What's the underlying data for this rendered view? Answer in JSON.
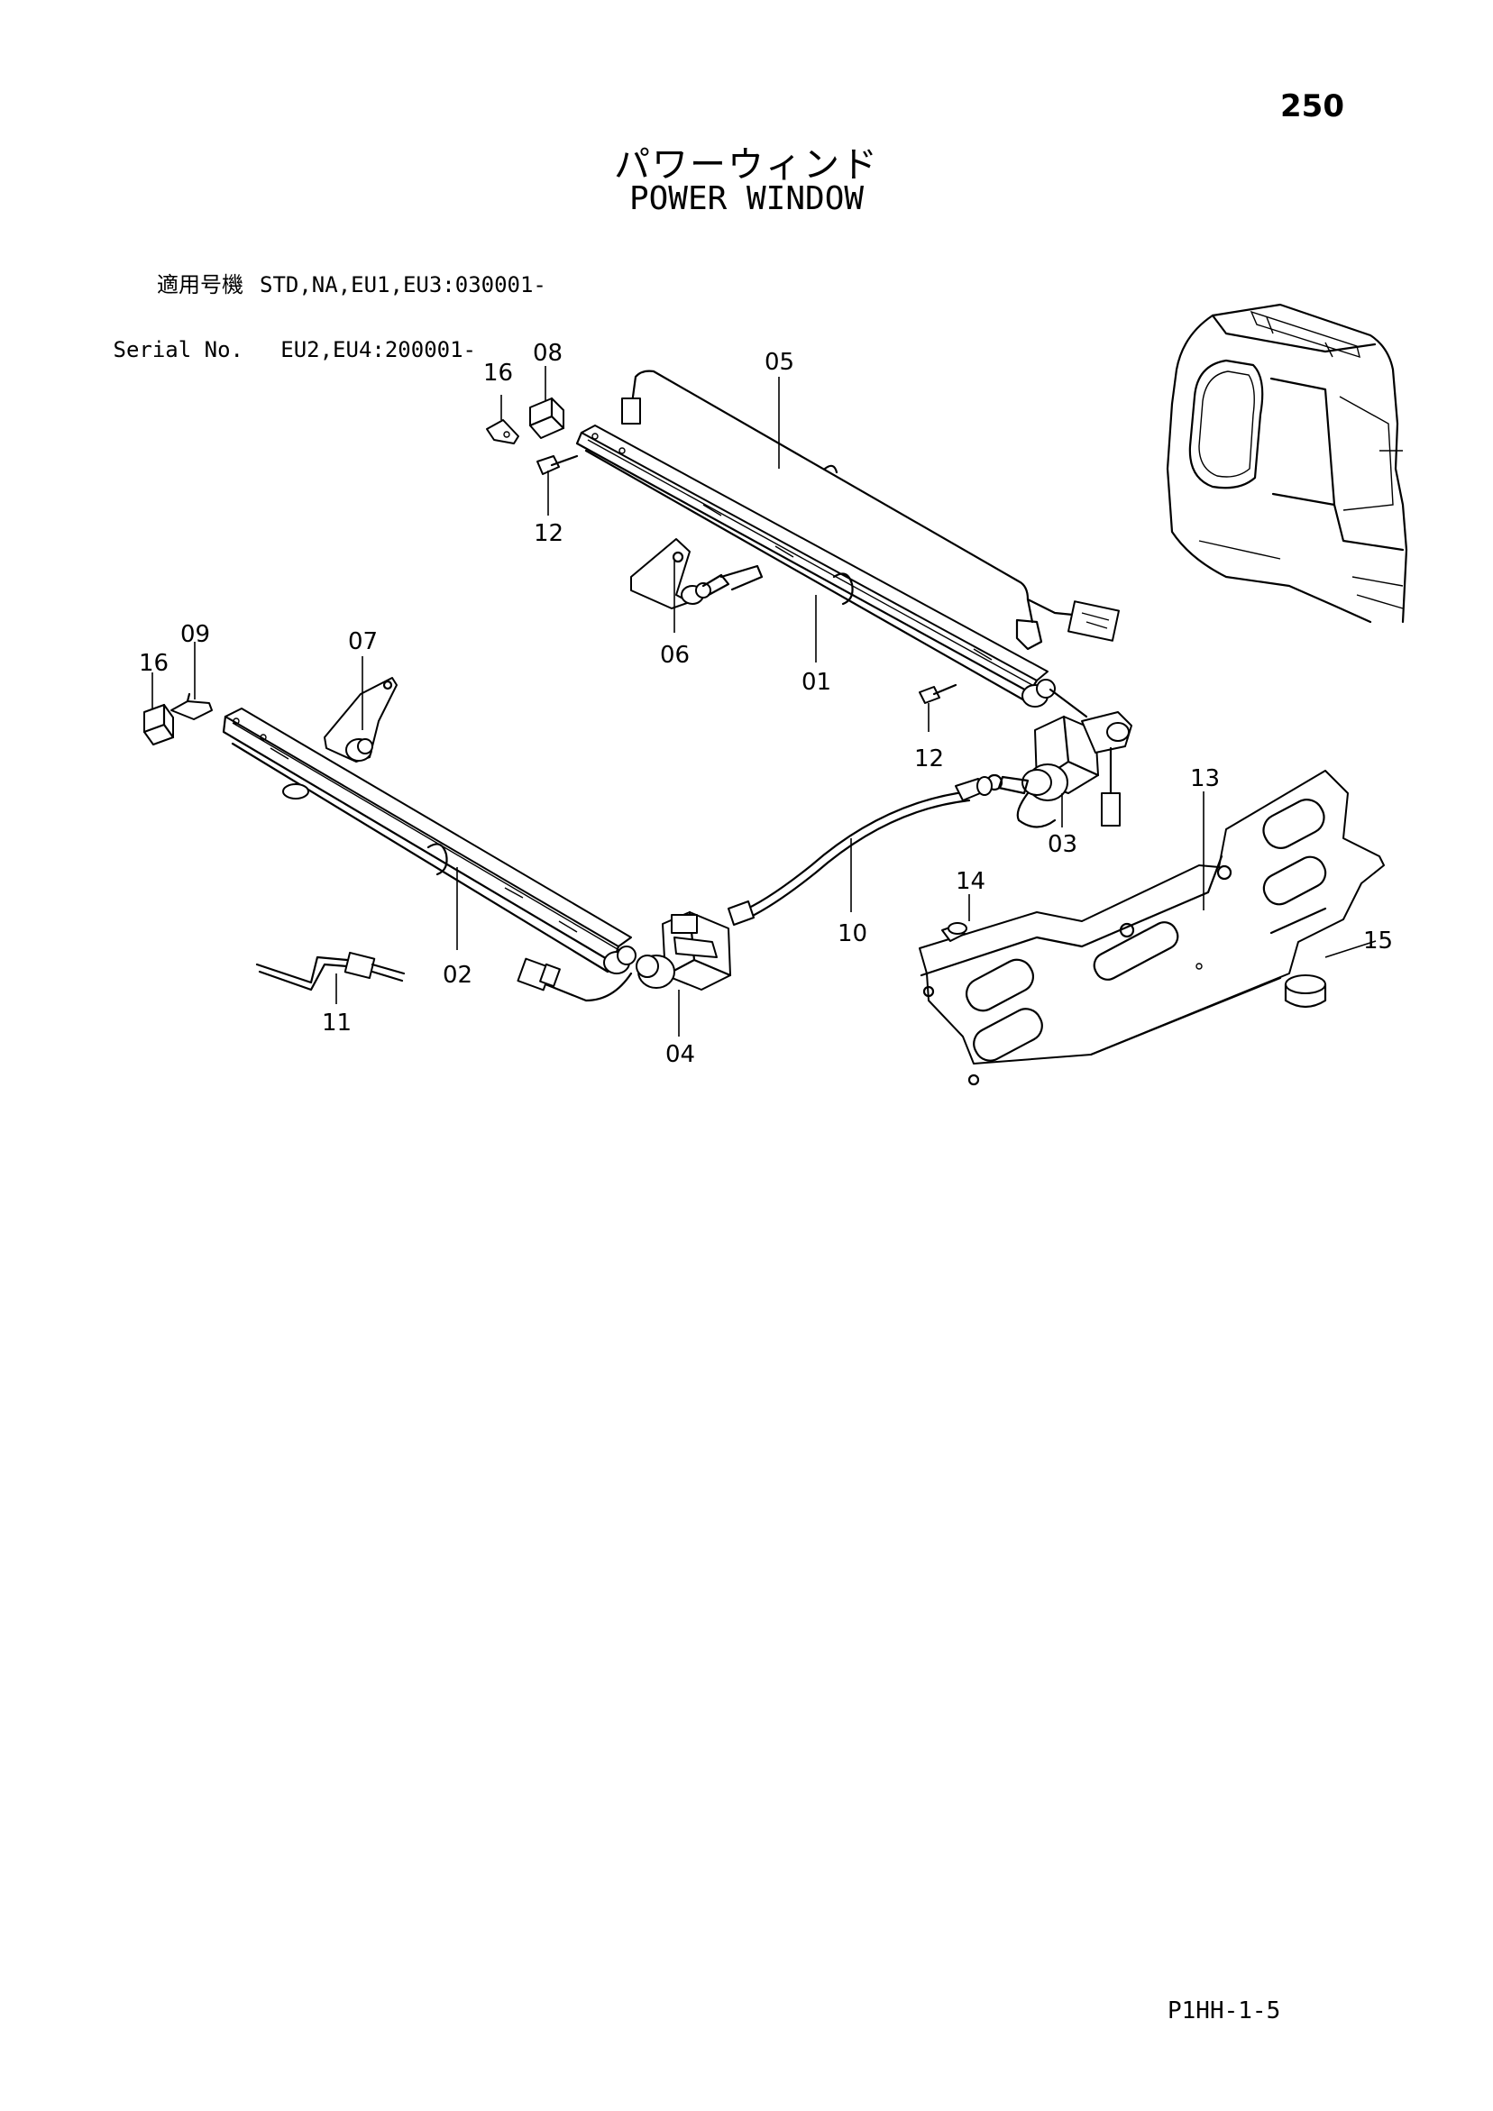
{
  "page": {
    "number": "250",
    "title_ja": "パワーウィンド",
    "title_en": "POWER WINDOW",
    "footer_code": "P1HH-1-5"
  },
  "serial": {
    "label_ja": "適用号機",
    "label_en": "Serial No.",
    "line1": "STD,NA,EU1,EU3:030001-",
    "line2": "EU2,EU4:200001-"
  },
  "callouts": [
    "16",
    "08",
    "05",
    "12",
    "06",
    "01",
    "09",
    "16",
    "07",
    "12",
    "03",
    "13",
    "14",
    "15",
    "10",
    "02",
    "11",
    "04"
  ]
}
